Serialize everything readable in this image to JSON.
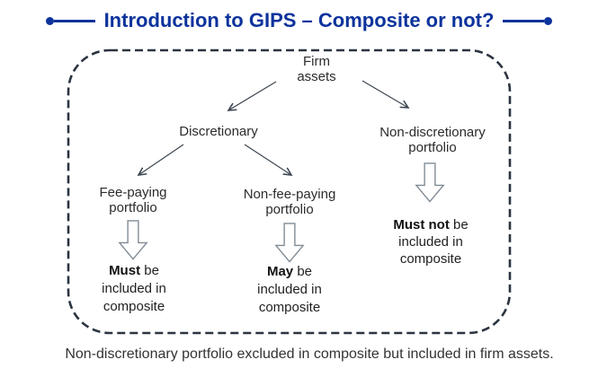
{
  "title": {
    "text": "Introduction to GIPS – Composite or not?"
  },
  "flowchart": {
    "root": {
      "line1": "Firm",
      "line2": "assets"
    },
    "discretionary": {
      "label": "Discretionary"
    },
    "non_discretionary": {
      "line1": "Non-discretionary",
      "line2": "portfolio"
    },
    "fee_paying": {
      "line1": "Fee-paying",
      "line2": "portfolio"
    },
    "non_fee_paying": {
      "line1": "Non-fee-paying",
      "line2": "portfolio"
    },
    "outcome_must": {
      "bold": "Must",
      "rest": " be",
      "line2": "included in",
      "line3": "composite"
    },
    "outcome_may": {
      "bold": "May",
      "rest": " be",
      "line2": "included in",
      "line3": "composite"
    },
    "outcome_must_not": {
      "bold": "Must not",
      "rest": " be",
      "line2": "included in",
      "line3": "composite"
    }
  },
  "footnote": "Non-discretionary portfolio excluded in composite but included in firm assets.",
  "colors": {
    "title_blue": "#0d339c",
    "frame_dash": "#2b3440",
    "connector": "#3c4650",
    "block_arrow_outline": "#7f8a94",
    "block_arrow_fill": "#ffffff",
    "text": "#2b2b2b"
  },
  "icons": {
    "title_left": "dot-line-accent",
    "title_right": "line-dot-accent",
    "connector": "thin-arrow",
    "emphasis": "hollow-block-down-arrow"
  }
}
